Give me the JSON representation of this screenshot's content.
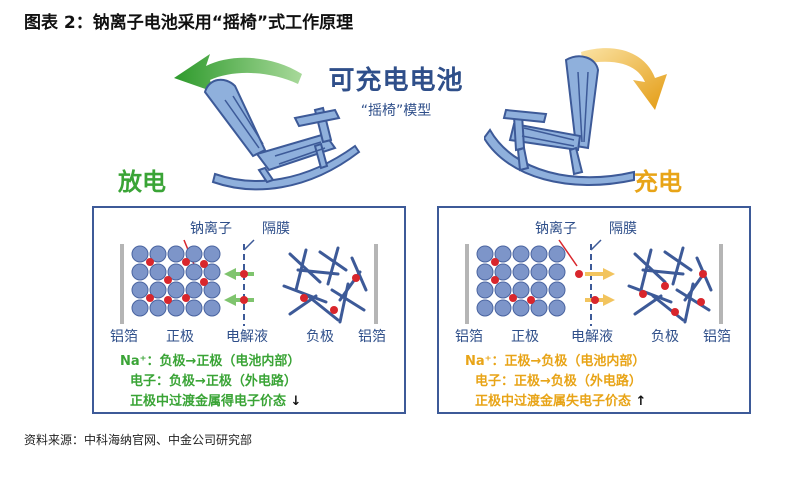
{
  "title": "图表 2：钠离子电池采用“摇椅”式工作原理",
  "center_title": "可充电电池",
  "center_subtitle": "“摇椅”模型",
  "discharge_label": "放电",
  "charge_label": "充电",
  "left_panel": {
    "ion_label": "钠离子",
    "separator_label": "隔膜",
    "foil_left": "铝箔",
    "electrode_pos": "正极",
    "electrolyte": "电解液",
    "electrode_neg": "负极",
    "foil_right": "铝箔",
    "line1": "Na⁺：负极→正极（电池内部）",
    "line2": "电子：负极→正极（外电路）",
    "line3": "正极中过渡金属得电子价态",
    "line3_arrow": "↓"
  },
  "right_panel": {
    "ion_label": "钠离子",
    "separator_label": "隔膜",
    "foil_left": "铝箔",
    "electrode_pos": "正极",
    "electrolyte": "电解液",
    "electrode_neg": "负极",
    "foil_right": "铝箔",
    "line1": "Na⁺：正极→负极（电池内部）",
    "line2": "电子：正极→负极（外电路）",
    "line3": "正极中过渡金属失电子价态",
    "line3_arrow": "↑"
  },
  "source": "资料来源：中科海纳官网、中金公司研究部",
  "colors": {
    "blue": "#2f4f8a",
    "green": "#3aa436",
    "amber": "#e8a417",
    "ion": "#d9262c"
  }
}
